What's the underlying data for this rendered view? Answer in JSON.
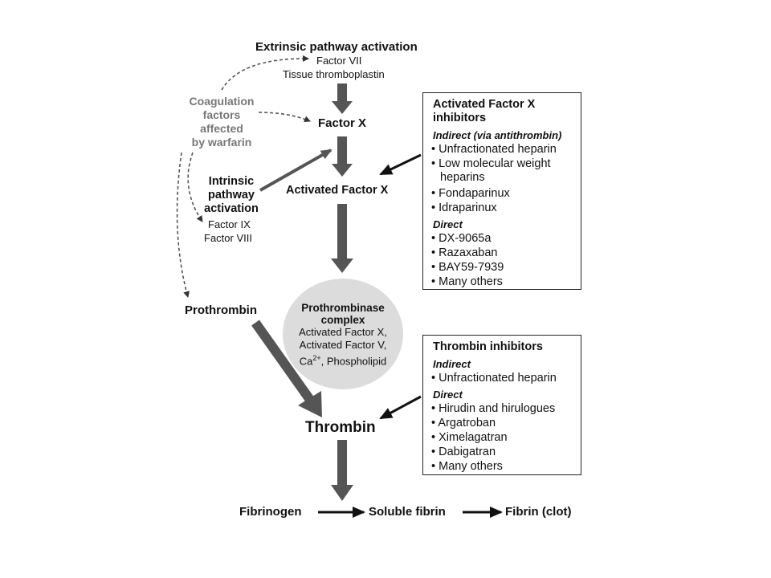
{
  "extrinsic": {
    "title": "Extrinsic pathway activation",
    "line1": "Factor VII",
    "line2": "Tissue thromboplastin"
  },
  "warfarin": {
    "lines": [
      "Coagulation",
      "factors",
      "affected",
      "by warfarin"
    ]
  },
  "nodes": {
    "factor_x": "Factor X",
    "activated_factor_x": "Activated Factor X",
    "prothrombin": "Prothrombin",
    "thrombin": "Thrombin",
    "fibrinogen": "Fibrinogen",
    "soluble_fibrin": "Soluble fibrin",
    "fibrin_clot": "Fibrin (clot)"
  },
  "intrinsic": {
    "title_lines": [
      "Intrinsic",
      "pathway",
      "activation"
    ],
    "line1": "Factor IX",
    "line2": "Factor VIII"
  },
  "prothrombinase": {
    "title_lines": [
      "Prothrombinase",
      "complex"
    ],
    "line1": "Activated Factor X,",
    "line2": "Activated Factor V,",
    "line3_prefix": "Ca",
    "line3_sup": "2+",
    "line3_suffix": ", Phospholipid"
  },
  "fxa_box": {
    "title_lines": [
      "Activated Factor X",
      "inhibitors"
    ],
    "indirect_label": "Indirect (via antithrombin)",
    "indirect_items": [
      "Unfractionated heparin",
      "Low molecular weight",
      "Fondaparinux",
      "Idraparinux"
    ],
    "indirect_item_cont": "heparins",
    "direct_label": "Direct",
    "direct_items": [
      "DX-9065a",
      "Razaxaban",
      "BAY59-7939",
      "Many others"
    ]
  },
  "thrombin_box": {
    "title": "Thrombin inhibitors",
    "indirect_label": "Indirect",
    "indirect_items": [
      "Unfractionated heparin"
    ],
    "direct_label": "Direct",
    "direct_items": [
      "Hirudin and hirulogues",
      "Argatroban",
      "Ximelagatran",
      "Dabigatran",
      "Many others"
    ]
  },
  "bullet": "•",
  "colors": {
    "arrow_gray": "#555555",
    "circle_fill": "#dcdcdc",
    "dashed": "#555555"
  }
}
